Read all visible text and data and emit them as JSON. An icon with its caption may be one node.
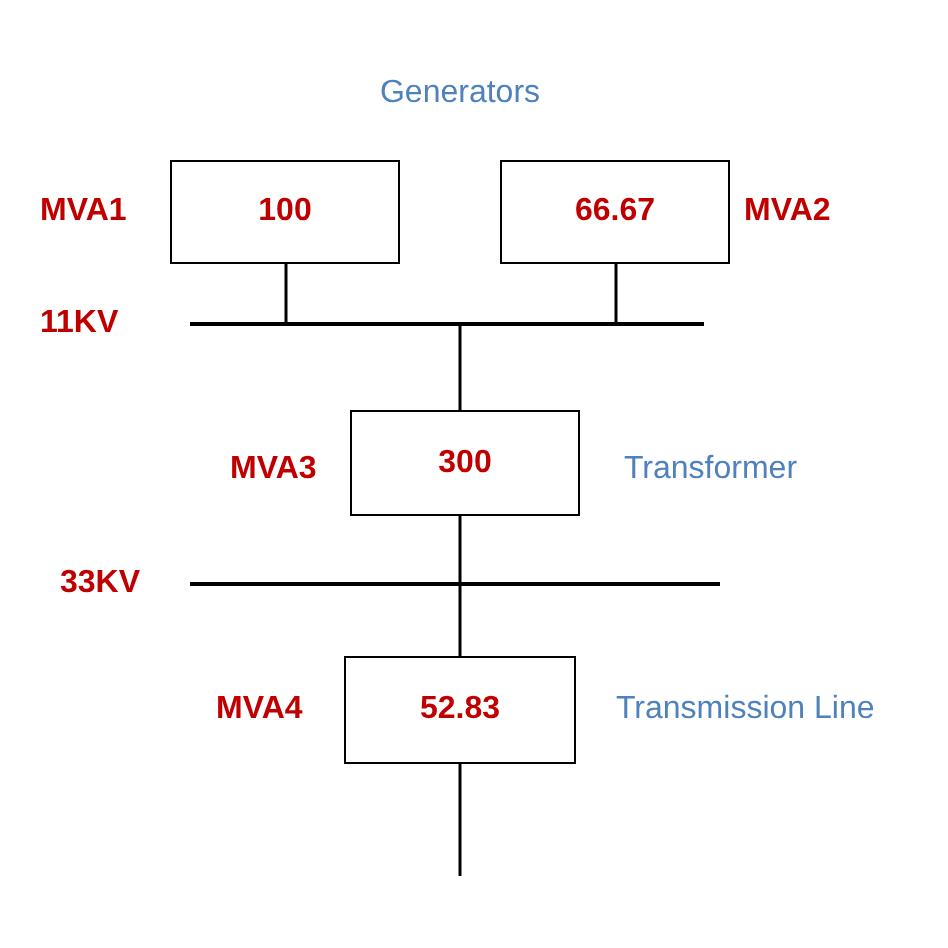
{
  "diagram": {
    "nodes": [
      {
        "text": [
          "100"
        ],
        "beside": [
          "MVA1"
        ]
      },
      {
        "text": [
          "66.67"
        ],
        "beside": [
          "MVA2"
        ]
      },
      {
        "text": [],
        "shape": "bar",
        "beside": [
          "11KV"
        ]
      },
      {
        "text": [
          "300"
        ],
        "beside": [
          "MVA3",
          "Transformer"
        ]
      },
      {
        "text": [],
        "shape": "bar",
        "beside": [
          "33KV"
        ]
      },
      {
        "text": [
          "52.83"
        ],
        "beside": [
          "MVA4",
          "Transmission Line"
        ]
      }
    ],
    "edges": [
      {
        "from": 0,
        "to": 2,
        "arrow": "none"
      },
      {
        "from": 1,
        "to": 2,
        "arrow": "none"
      },
      {
        "from": 2,
        "to": 3,
        "arrow": "none"
      },
      {
        "from": 3,
        "to": 4,
        "arrow": "none"
      },
      {
        "from": 4,
        "to": 5,
        "arrow": "none"
      },
      {
        "from": 5,
        "to": null,
        "arrow": "none"
      }
    ],
    "labels": [
      "Generators"
    ]
  }
}
